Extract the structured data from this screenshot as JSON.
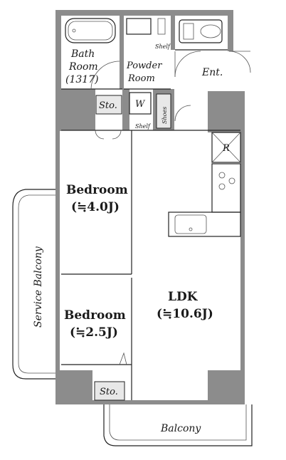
{
  "rooms": {
    "bath": {
      "line1": "Bath",
      "line2": "Room",
      "line3": "(1317)"
    },
    "powder": {
      "line1": "Powder",
      "line2": "Room"
    },
    "shelf_top": "Shelf",
    "entrance": "Ent.",
    "storage_top": "Sto.",
    "washer": "W",
    "shoes": "Shoes",
    "shelf_mid": "Shelf",
    "refrigerator": "R",
    "bedroom1": {
      "name": "Bedroom",
      "size": "(≒4.0J)"
    },
    "bedroom2": {
      "name": "Bedroom",
      "size": "(≒2.5J)"
    },
    "ldk": {
      "name": "LDK",
      "size": "(≒10.6J)"
    },
    "storage_bottom": "Sto.",
    "service_balcony": "Service Balcony",
    "balcony": "Balcony"
  }
}
